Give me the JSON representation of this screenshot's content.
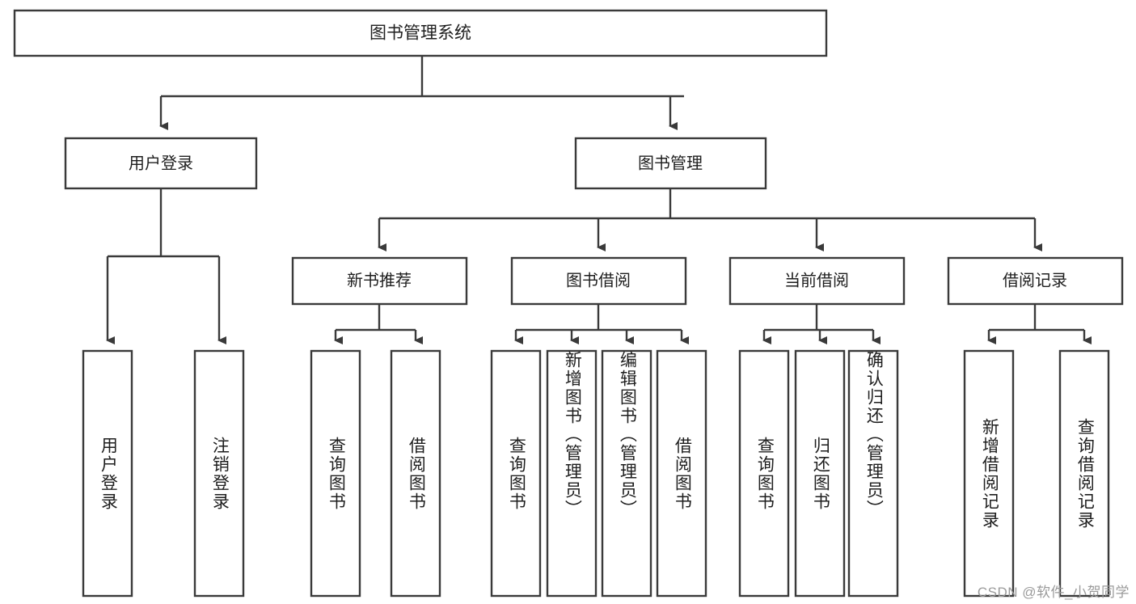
{
  "diagram": {
    "title": "图书管理系统",
    "type": "tree-hierarchy-diagram",
    "orientation": "top-down",
    "colors": {
      "box_stroke": "#3a3a3a",
      "box_fill": "#ffffff",
      "connector": "#3a3a3a",
      "text": "#1e1e1e",
      "watermark": "#9a9a9a",
      "background": "#ffffff"
    },
    "root": {
      "label": "图书管理系统"
    },
    "level2": [
      {
        "label": "用户登录"
      },
      {
        "label": "图书管理"
      }
    ],
    "level3": [
      {
        "label": "新书推荐"
      },
      {
        "label": "图书借阅"
      },
      {
        "label": "当前借阅"
      },
      {
        "label": "借阅记录"
      }
    ],
    "leaves": {
      "user_login": [
        {
          "label": "用户登录"
        },
        {
          "label": "注销登录"
        }
      ],
      "new_book_recommend": [
        {
          "label": "查询图书"
        },
        {
          "label": "借阅图书"
        }
      ],
      "book_borrow": [
        {
          "label": "查询图书"
        },
        {
          "label": "新增图书（管理员）"
        },
        {
          "label": "编辑图书（管理员）"
        },
        {
          "label": "借阅图书"
        }
      ],
      "current_borrow": [
        {
          "label": "查询图书"
        },
        {
          "label": "归还图书"
        },
        {
          "label": "确认归还（管理员）"
        }
      ],
      "borrow_record": [
        {
          "label": "新增借阅记录"
        },
        {
          "label": "查询借阅记录"
        }
      ]
    },
    "watermark": "CSDN @软件_小贺同学"
  }
}
